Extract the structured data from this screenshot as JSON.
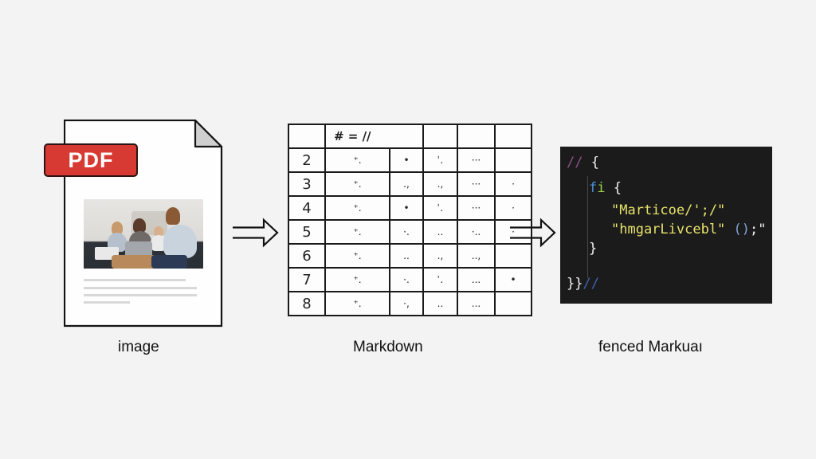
{
  "diagram": {
    "stages": [
      {
        "id": "image",
        "caption": "image",
        "badge": "PDF",
        "badge_color": "#d63a32",
        "icon": "pdf-document-icon",
        "photo_description": "family on couch with laptop",
        "text_line_count": 4
      },
      {
        "id": "markdown",
        "caption": "Markdown",
        "icon": "markdown-table-icon",
        "table": {
          "header_row": [
            "",
            "# = //",
            "",
            "",
            "",
            ""
          ],
          "rows": [
            [
              "2",
              "⁺.",
              "•",
              "ʾ.",
              "···",
              ""
            ],
            [
              "3",
              "⁺.",
              ".,",
              ".,",
              "···",
              "·"
            ],
            [
              "4",
              "⁺.",
              "•",
              "ʾ.",
              "···",
              "·"
            ],
            [
              "5",
              "⁺.",
              "·.",
              "..",
              "·..",
              "·"
            ],
            [
              "6",
              "⁺.",
              "..",
              ".,",
              "..,",
              ""
            ],
            [
              "7",
              "⁺.",
              "·.",
              "ʾ.",
              "...",
              "•"
            ],
            [
              "8",
              "⁺.",
              "·,",
              "..",
              "...",
              ""
            ]
          ]
        }
      },
      {
        "id": "fenced",
        "caption": "fenced Markuaı",
        "icon": "code-editor-icon",
        "code_lines": [
          {
            "parts": [
              {
                "t": "//",
                "c": "comment"
              },
              {
                "t": " {",
                "c": "punct"
              }
            ]
          },
          {
            "parts": [
              {
                "t": "f",
                "c": "kw"
              },
              {
                "t": "i",
                "c": "kw2"
              },
              {
                "t": " {",
                "c": "punct"
              }
            ]
          },
          {
            "parts": [
              {
                "t": "\"Marticoe/';/\"",
                "c": "str"
              }
            ]
          },
          {
            "parts": [
              {
                "t": "\"hmgarLivcebl\" ",
                "c": "str"
              },
              {
                "t": "()",
                "c": "paren"
              },
              {
                "t": ";\"",
                "c": "punct"
              }
            ]
          },
          {
            "parts": [
              {
                "t": "}",
                "c": "punct"
              }
            ]
          },
          {
            "parts": [
              {
                "t": "",
                "c": "punct"
              }
            ]
          },
          {
            "parts": [
              {
                "t": "}}",
                "c": "punct"
              },
              {
                "t": "//",
                "c": "comment2"
              }
            ]
          }
        ]
      }
    ],
    "arrows": [
      {
        "from": "image",
        "to": "markdown",
        "icon": "double-arrow-right-icon"
      },
      {
        "from": "markdown",
        "to": "fenced",
        "icon": "double-arrow-right-icon"
      }
    ]
  }
}
